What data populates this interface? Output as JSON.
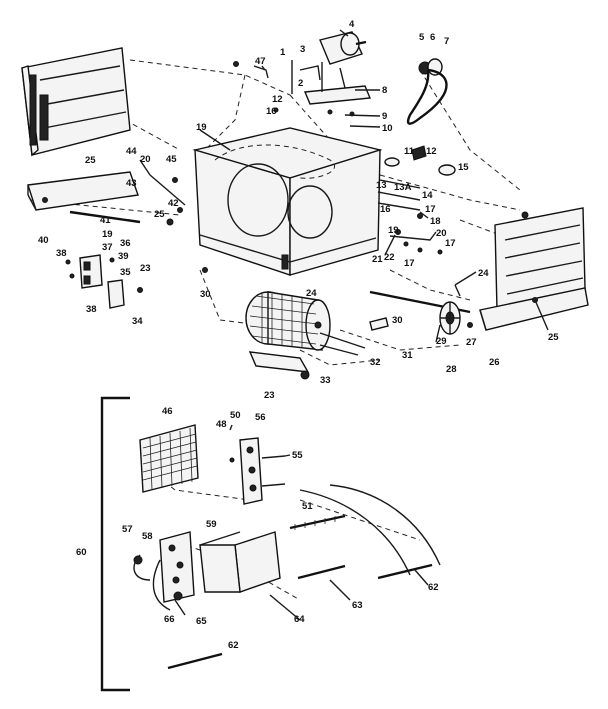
{
  "labels": [
    "4",
    "5",
    "6",
    "7",
    "1",
    "3",
    "47",
    "2",
    "8",
    "9",
    "10",
    "12",
    "16",
    "19",
    "11",
    "12",
    "15",
    "13",
    "13A",
    "14",
    "16",
    "17",
    "18",
    "19",
    "20",
    "17",
    "21",
    "22",
    "17",
    "24",
    "30",
    "29",
    "27",
    "28",
    "26",
    "25",
    "24",
    "30",
    "31",
    "32",
    "33",
    "23",
    "44",
    "20",
    "45",
    "42",
    "43",
    "41",
    "25",
    "40",
    "38",
    "19",
    "37",
    "36",
    "39",
    "35",
    "23",
    "34",
    "38",
    "25",
    "46",
    "48",
    "50",
    "56",
    "55",
    "51",
    "57",
    "58",
    "59",
    "60",
    "62",
    "63",
    "64",
    "65",
    "66",
    "62"
  ]
}
